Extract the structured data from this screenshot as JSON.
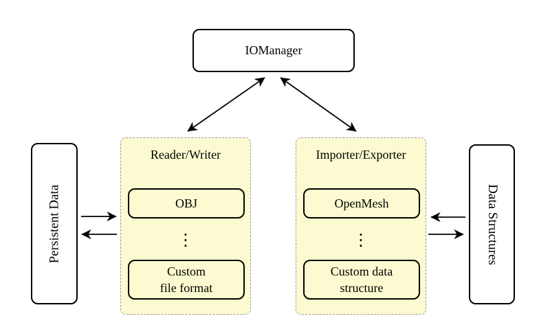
{
  "colors": {
    "background": "#FFFFFF",
    "panel_fill": "#FCFAD0",
    "panel_dashed_border": "#999999",
    "box_border": "#000000",
    "arrow": "#000000"
  },
  "nodes": {
    "io_manager": {
      "label": "IOManager"
    },
    "reader_writer": {
      "title": "Reader/Writer",
      "items": [
        "OBJ",
        "Custom\nfile format"
      ],
      "ellipsis": "⋮"
    },
    "importer_exporter": {
      "title": "Importer/Exporter",
      "items": [
        "OpenMesh",
        "Custom data\nstructure"
      ],
      "ellipsis": "⋮"
    },
    "persistent_data": {
      "label": "Persistent Data"
    },
    "data_structures": {
      "label": "Data Structures"
    }
  },
  "edges": {
    "io_to_reader_writer": "bidirectional",
    "io_to_importer_exporter": "bidirectional",
    "persistent_to_reader_writer": "right",
    "reader_writer_to_persistent": "left",
    "data_structures_to_importer": "left",
    "importer_to_data_structures": "right"
  }
}
